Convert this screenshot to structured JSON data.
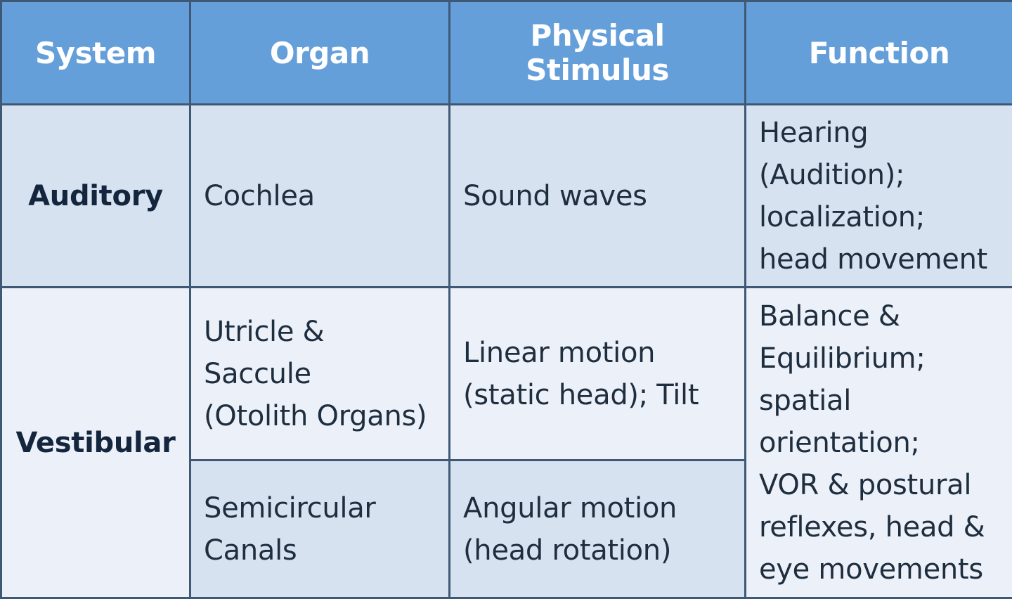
{
  "table": {
    "headers": [
      "System",
      "Organ",
      "Physical Stimulus",
      "Function"
    ],
    "auditory": {
      "system": "Auditory",
      "organ": "Cochlea",
      "stimulus": "Sound waves",
      "function_lines": [
        "Hearing",
        "(Audition);",
        "localization;",
        "head movement"
      ]
    },
    "vestibular": {
      "system": "Vestibular",
      "otolith": {
        "organ_lines": [
          "Utricle &",
          "Saccule",
          "(Otolith Organs)"
        ],
        "stimulus_lines": [
          "Linear motion",
          "(static head); Tilt"
        ]
      },
      "canals": {
        "organ_lines": [
          "Semicircular",
          "Canals"
        ],
        "stimulus_lines": [
          "Angular motion",
          "(head rotation)"
        ]
      },
      "function_lines": [
        "Balance &",
        "Equilibrium;",
        "spatial",
        "orientation;",
        "VOR & postural",
        "reflexes, head &",
        "eye movements"
      ]
    }
  },
  "colors": {
    "header_bg": "#659fda",
    "row_dark": "#d6e2f0",
    "row_light": "#ecf1f9",
    "border": "#3e5876"
  }
}
